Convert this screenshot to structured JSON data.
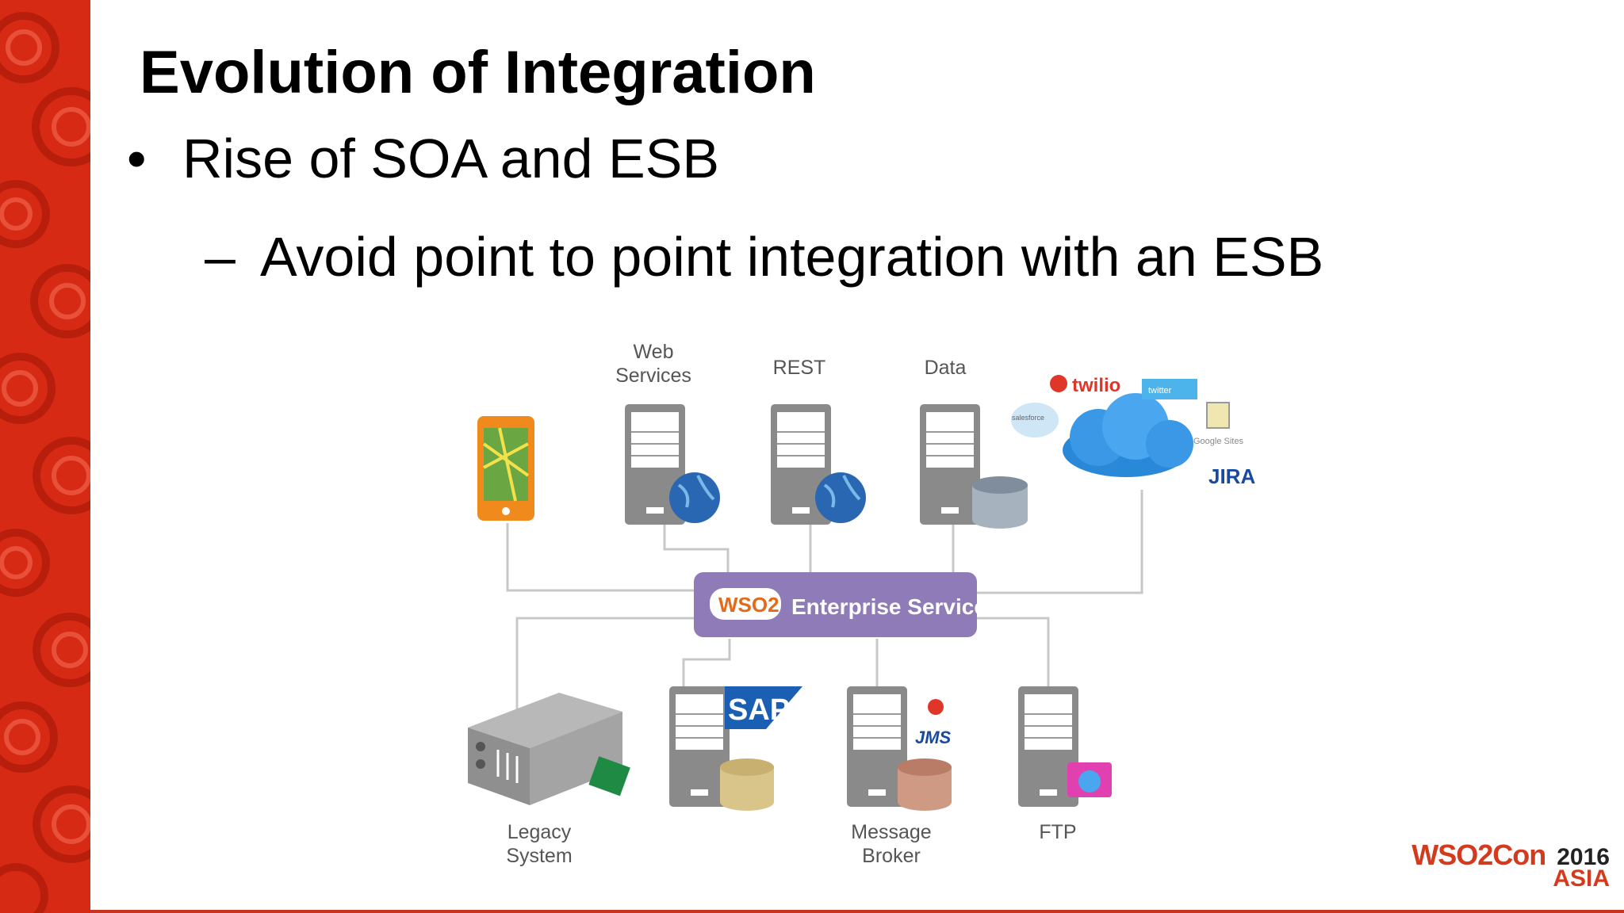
{
  "slide": {
    "title": "Evolution of Integration",
    "bullet": "Rise of SOA and ESB",
    "subbullet_dash": "–",
    "subbullet": "Avoid point to point integration with an ESB"
  },
  "diagram": {
    "esb_brand": "WSO2",
    "esb_label": "Enterprise Service Bus",
    "top_nodes": [
      {
        "id": "mobile",
        "label": ""
      },
      {
        "id": "web",
        "label_line1": "Web",
        "label_line2": "Services"
      },
      {
        "id": "rest",
        "label": "REST"
      },
      {
        "id": "data",
        "label": "Data"
      },
      {
        "id": "cloud",
        "label": ""
      }
    ],
    "cloud_brands": {
      "twilio": "twilio",
      "twitter": "twitter",
      "jira": "JIRA",
      "google": "Google Sites",
      "salesforce": "salesforce"
    },
    "bottom_nodes": [
      {
        "id": "legacy",
        "label_line1": "Legacy",
        "label_line2": "System"
      },
      {
        "id": "sap",
        "label": "",
        "brand": "SAP"
      },
      {
        "id": "broker",
        "label_line1": "Message",
        "label_line2": "Broker",
        "brand": "JMS"
      },
      {
        "id": "ftp",
        "label": "FTP"
      }
    ]
  },
  "footer": {
    "brand": "WSO2Con",
    "year": "2016",
    "region": "ASIA"
  },
  "colors": {
    "side": "#d62a15",
    "esb": "#8e7bb8",
    "server": "#8a8a8a"
  }
}
